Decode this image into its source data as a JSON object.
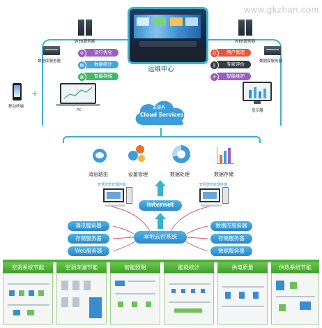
{
  "watermark": "www.gkzhan.com",
  "top": {
    "ops_center": "运维中心",
    "left_server_label": "WEB服务器",
    "left_db_label": "数据库服务器",
    "right_server_label": "WEB服务器",
    "right_db_label": "数据库服务器",
    "left_items": [
      {
        "label": "运行优化",
        "color": "#9a5ec3"
      },
      {
        "label": "数据统计",
        "color": "#43a6dd"
      },
      {
        "label": "智能存储",
        "color": "#3fb86a"
      }
    ],
    "right_items": [
      {
        "label": "用户管理",
        "color": "#e8563a"
      },
      {
        "label": "专家评价",
        "color": "#333a44"
      },
      {
        "label": "智能维护",
        "color": "#9a5ec3"
      }
    ],
    "mobile_label": "移动终端",
    "pc_label": "PC",
    "display_label": "显示器",
    "plus": "+"
  },
  "cloud": {
    "line1": "云服务",
    "line2": "Cloud Services"
  },
  "functions": [
    {
      "label": "消息路由"
    },
    {
      "label": "设备管理"
    },
    {
      "label": "数据处理"
    },
    {
      "label": "数据存储"
    }
  ],
  "terminal_left": "智慧建筑管理终端",
  "terminal_right": "智慧建筑管理终端",
  "internet": "Internet",
  "local_center": "本地云控系统",
  "left_services": [
    "通讯服务器",
    "存储服务器",
    "Web服务器"
  ],
  "right_services": [
    "数据库服务器",
    "存储服务器",
    "数据服务器"
  ],
  "bottom_tabs": [
    "空调系统节能",
    "空调末端节能",
    "智能照明",
    "能耗统计",
    "供电质量",
    "供热系统节能"
  ],
  "colors": {
    "accent": "#36b3cf",
    "blue": "#2d86c8",
    "green": "#4caf36",
    "line_red": "#d9556a"
  }
}
